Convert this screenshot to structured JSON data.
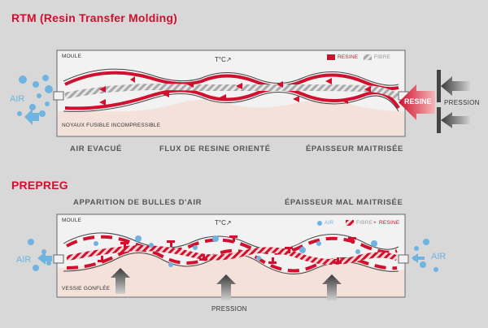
{
  "rtm": {
    "title": "RTM (Resin Transfer Molding)",
    "moule": "MOULE",
    "temp": "T°C↗",
    "legend_resine": "RESINE",
    "legend_fibre": "FIBRE",
    "noyaux": "NOYAUX FUSIBLE INCOMPRESSIBLE",
    "air": "AIR",
    "resine_arrow": "RESINE",
    "pression": "PRESSION",
    "captions": [
      "AIR EVACUÉ",
      "FLUX DE RESINE ORIENTÉ",
      "ÉPAISSEUR MAITRISÉE"
    ]
  },
  "prepreg": {
    "title": "PREPREG",
    "moule": "MOULE",
    "temp": "T°C↗",
    "legend_air": "AIR",
    "legend_fibre": "FIBRE",
    "legend_plus": "+",
    "legend_resine": "RESINE",
    "vessie": "VESSIE GONFLÉE",
    "air_left": "AIR",
    "air_right": "AIR",
    "pression": "PRESSION",
    "captions": [
      "APPARITION DE BULLES D'AIR",
      "ÉPAISSEUR MAL MAITRISÉE"
    ]
  },
  "colors": {
    "red": "#d0102e",
    "air_blue": "#6fb3e0",
    "mould": "#f2f2f2",
    "core": "#f4e2da"
  }
}
